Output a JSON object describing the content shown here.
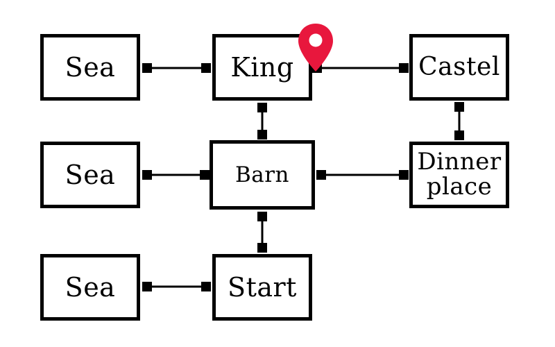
{
  "nodes": {
    "sea_top": "Sea",
    "king": "King",
    "castel": "Castel",
    "sea_mid": "Sea",
    "barn": "Barn",
    "dinner": "Dinner\nplace",
    "sea_bottom": "Sea",
    "start": "Start"
  },
  "connections": [
    [
      "sea_top",
      "king"
    ],
    [
      "king",
      "castel"
    ],
    [
      "king",
      "barn"
    ],
    [
      "castel",
      "dinner"
    ],
    [
      "sea_mid",
      "barn"
    ],
    [
      "barn",
      "dinner"
    ],
    [
      "barn",
      "start"
    ],
    [
      "sea_bottom",
      "start"
    ]
  ],
  "marker": {
    "icon": "map-pin-icon",
    "attached_to": "king",
    "color": "#e8173d"
  },
  "colors": {
    "stroke": "#000000",
    "background": "#ffffff"
  }
}
